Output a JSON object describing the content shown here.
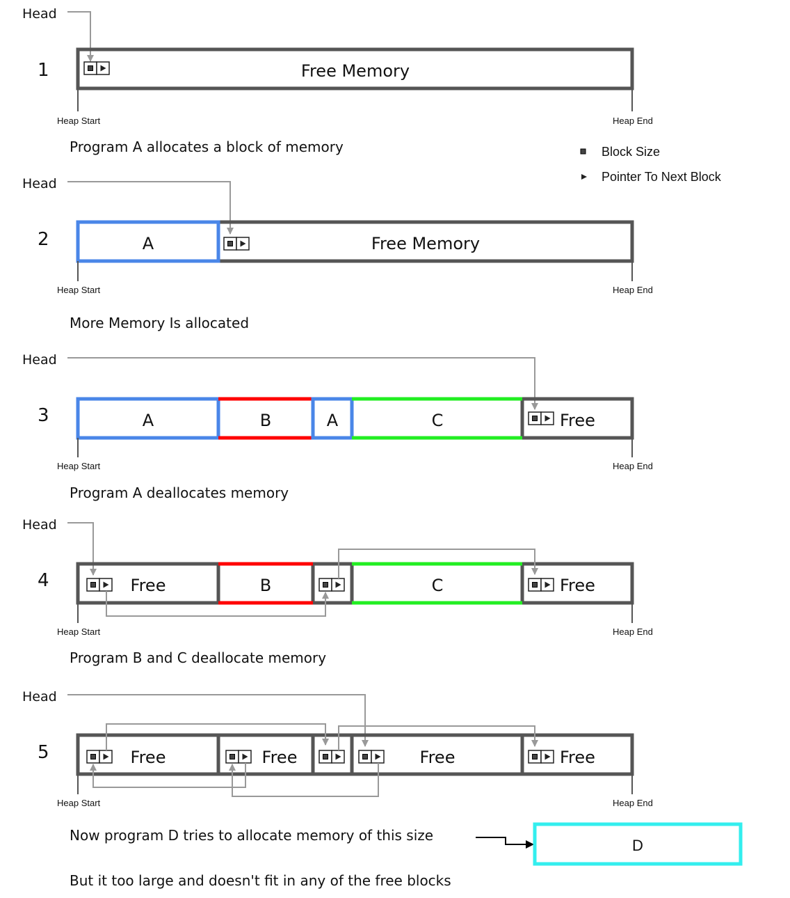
{
  "labels": {
    "head": "Head",
    "heap_start": "Heap Start",
    "heap_end": "Heap End"
  },
  "legend": {
    "block_size": "Block Size",
    "pointer": "Pointer To Next Block"
  },
  "colors": {
    "frame": "#555555",
    "block_a": "#4a86e8",
    "block_b": "#ff0000",
    "block_c": "#22ee22",
    "block_d": "#33eeee",
    "arrow": "#999999"
  },
  "steps": [
    {
      "number": "1",
      "caption": "Program A allocates a block of memory",
      "blocks": [
        {
          "name": "free",
          "label": "Free Memory"
        }
      ]
    },
    {
      "number": "2",
      "caption": "More Memory Is allocated",
      "blocks": [
        {
          "name": "a",
          "label": "A"
        },
        {
          "name": "free",
          "label": "Free Memory"
        }
      ]
    },
    {
      "number": "3",
      "caption": "Program A deallocates memory",
      "blocks": [
        {
          "name": "a",
          "label": "A"
        },
        {
          "name": "b",
          "label": "B"
        },
        {
          "name": "a2",
          "label": "A"
        },
        {
          "name": "c",
          "label": "C"
        },
        {
          "name": "free",
          "label": "Free"
        }
      ]
    },
    {
      "number": "4",
      "caption": "Program B and C deallocate memory",
      "blocks": [
        {
          "name": "free1",
          "label": "Free"
        },
        {
          "name": "b",
          "label": "B"
        },
        {
          "name": "c",
          "label": "C"
        },
        {
          "name": "free2",
          "label": "Free"
        }
      ]
    },
    {
      "number": "5",
      "caption": "Now program D tries to allocate memory of this size",
      "caption2": "But it too large and doesn't fit in any of the free blocks",
      "blocks": [
        {
          "name": "free1",
          "label": "Free"
        },
        {
          "name": "free2",
          "label": "Free"
        },
        {
          "name": "free3",
          "label": "Free"
        },
        {
          "name": "free4",
          "label": "Free"
        }
      ],
      "request": {
        "label": "D"
      }
    }
  ]
}
